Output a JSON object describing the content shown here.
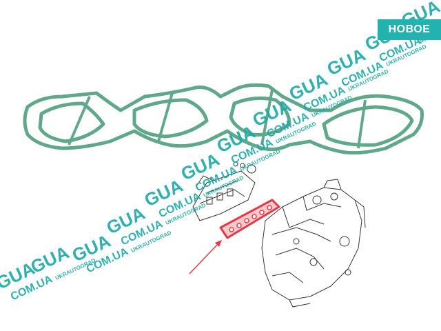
{
  "badge": {
    "label": "НОВОЕ",
    "color": "#22b3b0"
  },
  "watermark": {
    "brand": "GUA",
    "domain": "COM.UA",
    "tagline": "UKRAUTOGRAD",
    "color": "#1aa8a8"
  },
  "colors": {
    "gasket": "#5fa88a",
    "gasket_fill": "#9fd2bb",
    "highlight": "#e53946",
    "arrow": "#e53946",
    "drawing": "#333333"
  },
  "icons": [
    "gasket-illustration",
    "intake-manifold-illustration",
    "engine-illustration",
    "pointer-arrow-icon"
  ]
}
